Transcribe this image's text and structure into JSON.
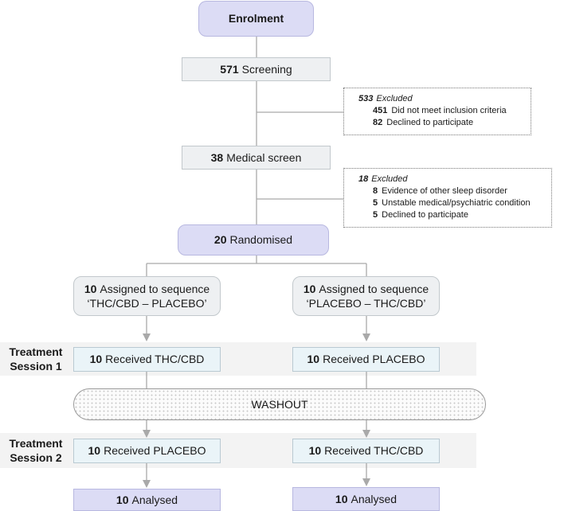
{
  "enrolment": "Enrolment",
  "screening": {
    "count": "571",
    "label": "Screening"
  },
  "excluded1": {
    "count": "533",
    "label": "Excluded",
    "reasons": [
      {
        "count": "451",
        "label": "Did not meet inclusion criteria"
      },
      {
        "count": "82",
        "label": "Declined to participate"
      }
    ]
  },
  "medical": {
    "count": "38",
    "label": "Medical screen"
  },
  "excluded2": {
    "count": "18",
    "label": "Excluded",
    "reasons": [
      {
        "count": "8",
        "label": "Evidence of other sleep disorder"
      },
      {
        "count": "5",
        "label": "Unstable medical/psychiatric condition"
      },
      {
        "count": "5",
        "label": "Declined to participate"
      }
    ]
  },
  "randomised": {
    "count": "20",
    "label": "Randomised"
  },
  "arm_left": {
    "assigned_count": "10",
    "assigned_label": "Assigned to sequence",
    "sequence": "‘THC/CBD – PLACEBO’",
    "session1": {
      "count": "10",
      "label": "Received THC/CBD"
    },
    "session2": {
      "count": "10",
      "label": "Received PLACEBO"
    },
    "analysed": {
      "count": "10",
      "label": "Analysed"
    }
  },
  "arm_right": {
    "assigned_count": "10",
    "assigned_label": "Assigned to sequence",
    "sequence": "‘PLACEBO – THC/CBD’",
    "session1": {
      "count": "10",
      "label": "Received PLACEBO"
    },
    "session2": {
      "count": "10",
      "label": "Received THC/CBD"
    },
    "analysed": {
      "count": "10",
      "label": "Analysed"
    }
  },
  "session1_label": "Treatment Session 1",
  "session2_label": "Treatment Session 2",
  "washout": "WASHOUT"
}
